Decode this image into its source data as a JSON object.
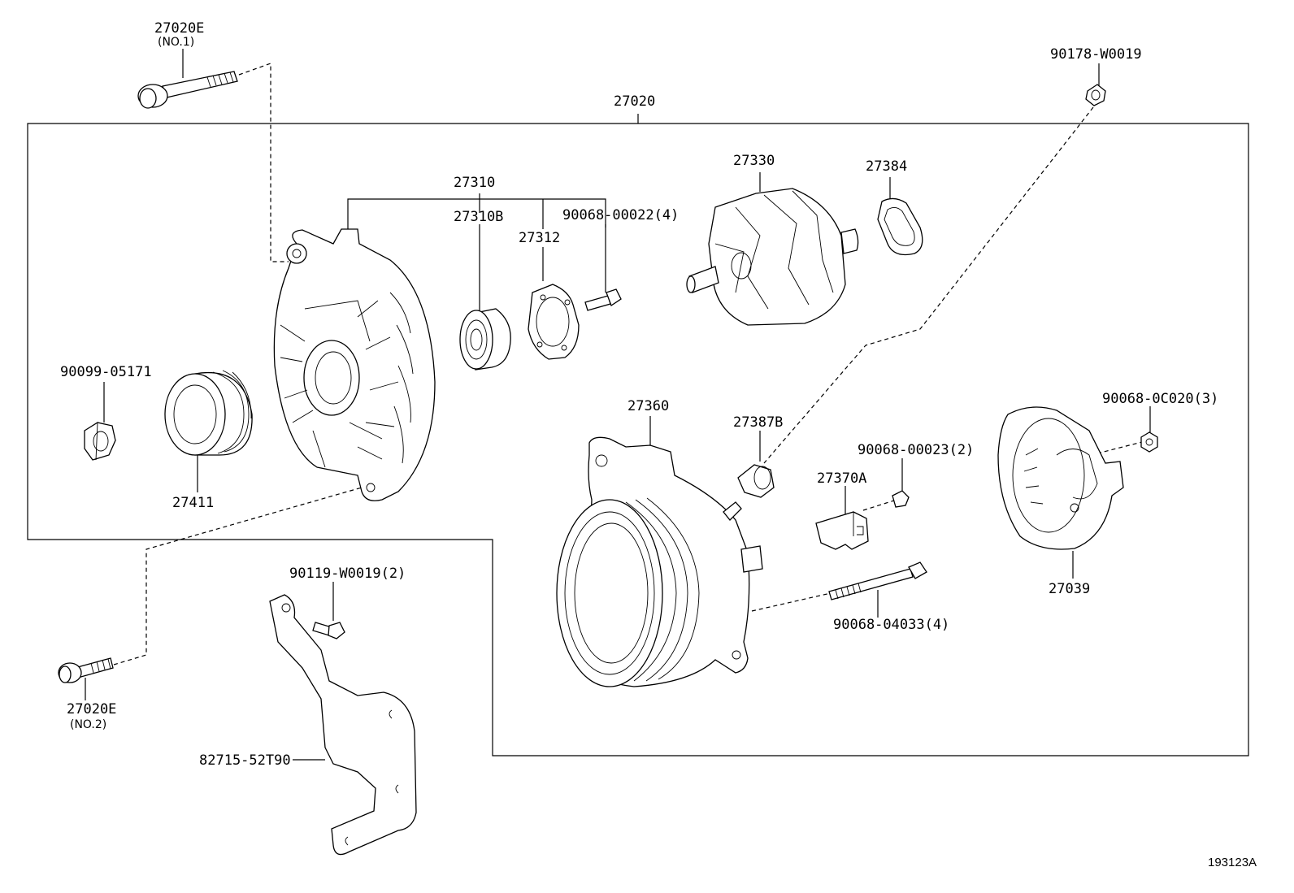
{
  "labels": {
    "bolt_no1": "27020E",
    "bolt_no1_note": "(NO.1)",
    "bolt_no2": "27020E",
    "bolt_no2_note": "(NO.2)",
    "alternator_assy": "27020",
    "screw_90178": "90178-W0019",
    "frame_27310": "27310",
    "bearing_27310B": "27310B",
    "retainer_27312": "27312",
    "screw_90068_00022": "90068-00022(4)",
    "rotor_27330": "27330",
    "ring_27384": "27384",
    "nut_90099": "90099-05171",
    "pulley_27411": "27411",
    "stator_27360": "27360",
    "holder_27387B": "27387B",
    "regulator_27370A": "27370A",
    "screw_90068_00023": "90068-00023(2)",
    "nut_90068_0C020": "90068-0C020(3)",
    "cover_27039": "27039",
    "bracket_screw_90119": "90119-W0019(2)",
    "through_bolt_90068_04033": "90068-04033(4)",
    "bracket_82715": "82715-52T90",
    "diagram_ref": "193123A"
  }
}
